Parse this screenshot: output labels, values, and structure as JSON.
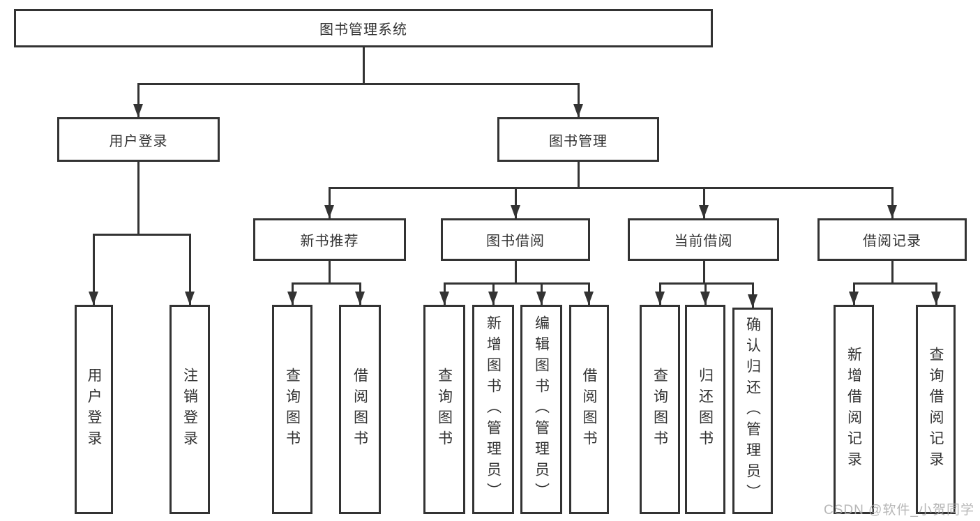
{
  "diagram": {
    "root": {
      "label": "图书管理系统"
    },
    "level2": [
      {
        "id": "user-login",
        "label": "用户登录"
      },
      {
        "id": "book-management",
        "label": "图书管理"
      }
    ],
    "level3": [
      {
        "id": "new-book-recommend",
        "label": "新书推荐"
      },
      {
        "id": "book-borrow",
        "label": "图书借阅"
      },
      {
        "id": "current-borrow",
        "label": "当前借阅"
      },
      {
        "id": "borrow-records",
        "label": "借阅记录"
      }
    ],
    "leaves": [
      {
        "group": "user-login",
        "label": "用户登录"
      },
      {
        "group": "user-login",
        "label": "注销登录"
      },
      {
        "group": "new-book-recommend",
        "label": "查询图书"
      },
      {
        "group": "new-book-recommend",
        "label": "借阅图书"
      },
      {
        "group": "book-borrow",
        "label": "查询图书"
      },
      {
        "group": "book-borrow",
        "label": "新增图书（管理员）"
      },
      {
        "group": "book-borrow",
        "label": "编辑图书（管理员）"
      },
      {
        "group": "book-borrow",
        "label": "借阅图书"
      },
      {
        "group": "current-borrow",
        "label": "查询图书"
      },
      {
        "group": "current-borrow",
        "label": "归还图书"
      },
      {
        "group": "current-borrow",
        "label": "确认归还（管理员）"
      },
      {
        "group": "borrow-records",
        "label": "新增借阅记录"
      },
      {
        "group": "borrow-records",
        "label": "查询借阅记录"
      }
    ]
  },
  "watermark": {
    "text": "CSDN @软件_小贺同学"
  },
  "colors": {
    "line": "#333333",
    "text": "#333333",
    "background": "#ffffff",
    "watermark": "#ababab"
  }
}
